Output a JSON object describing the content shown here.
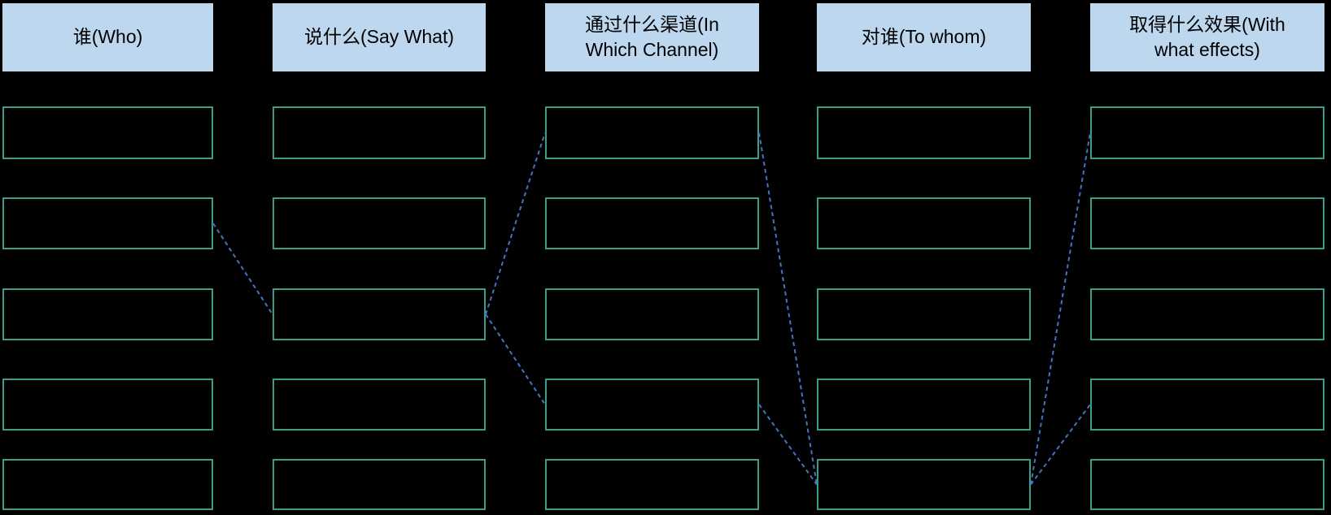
{
  "colors": {
    "background": "#000000",
    "header_fill": "#BDD7EE",
    "header_text": "#000000",
    "box_border": "#3B9C88",
    "connector": "#4472C4"
  },
  "columns": [
    {
      "id": "who",
      "label": "谁(Who)",
      "empty_boxes": 5
    },
    {
      "id": "say-what",
      "label": "说什么(Say What)",
      "empty_boxes": 5
    },
    {
      "id": "channel",
      "label": "通过什么渠道(In Which Channel)",
      "empty_boxes": 5
    },
    {
      "id": "to-whom",
      "label": "对谁(To whom)",
      "empty_boxes": 5
    },
    {
      "id": "effects",
      "label": "取得什么效果(With what effects)",
      "empty_boxes": 5
    }
  ],
  "connectors": [
    {
      "from": "who-row2",
      "to": "say-what-row3",
      "style": "dashed"
    },
    {
      "from": "say-what-row3",
      "to": "channel-row1",
      "style": "dashed"
    },
    {
      "from": "say-what-row3",
      "to": "channel-row4",
      "style": "dashed"
    },
    {
      "from": "channel-row1",
      "to": "to-whom-row5",
      "style": "dashed"
    },
    {
      "from": "channel-row4",
      "to": "to-whom-row5",
      "style": "dashed"
    },
    {
      "from": "to-whom-row5",
      "to": "effects-row1",
      "style": "dashed"
    },
    {
      "from": "to-whom-row5",
      "to": "effects-row4",
      "style": "dashed"
    }
  ]
}
